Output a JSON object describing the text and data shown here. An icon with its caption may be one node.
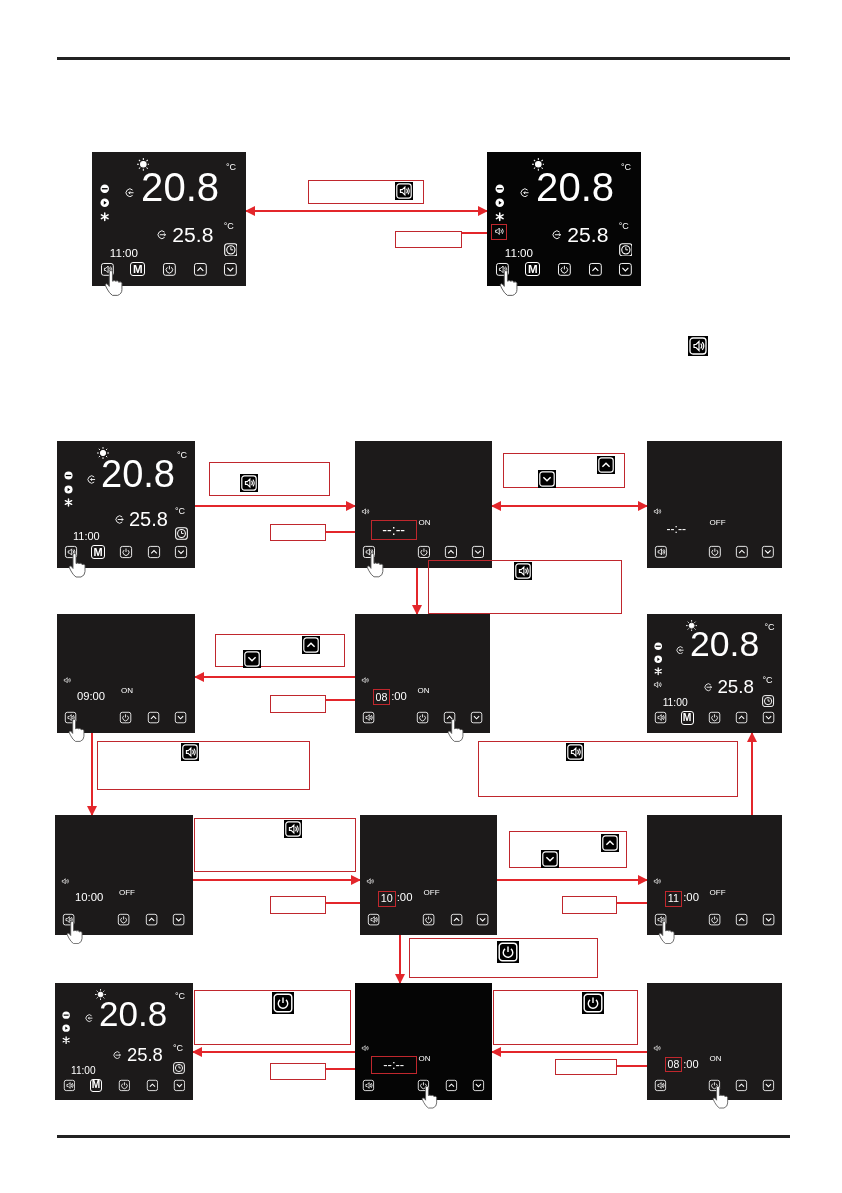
{
  "diagram": {
    "nodes": [
      {
        "text": [
          "20.8",
          "°C",
          "25.8",
          "°C",
          "11:00",
          "M"
        ]
      },
      {
        "text": [
          "20.8",
          "°C",
          "25.8",
          "°C",
          "11:00",
          "M"
        ]
      },
      {
        "text": [],
        "shape": "box",
        "in": 1
      },
      {
        "text": [],
        "shape": "box"
      },
      {
        "text": [],
        "shape": "box"
      },
      {
        "text": [
          "20.8",
          "°C",
          "25.8",
          "°C",
          "11:00",
          "M"
        ]
      },
      {
        "text": [
          "ON"
        ]
      },
      {
        "text": [
          "--:--"
        ],
        "in": 6
      },
      {
        "text": [
          "--:--",
          "OFF"
        ]
      },
      {
        "text": [],
        "shape": "box"
      },
      {
        "text": [],
        "shape": "box"
      },
      {
        "text": [],
        "shape": "box"
      },
      {
        "text": [],
        "shape": "box"
      },
      {
        "text": [
          "09:00",
          "ON"
        ]
      },
      {
        "text": [
          ":00",
          "ON"
        ]
      },
      {
        "text": [
          "08"
        ],
        "in": 14
      },
      {
        "text": [
          "20.8",
          "°C",
          "25.8",
          "°C",
          "11:00",
          "M"
        ]
      },
      {
        "text": [],
        "shape": "box"
      },
      {
        "text": [],
        "shape": "box"
      },
      {
        "text": [],
        "shape": "box"
      },
      {
        "text": [],
        "shape": "box"
      },
      {
        "text": [
          "10:00",
          "OFF"
        ]
      },
      {
        "text": [
          ":00",
          "OFF"
        ]
      },
      {
        "text": [
          "10"
        ],
        "in": 22
      },
      {
        "text": [
          ":00",
          "OFF"
        ]
      },
      {
        "text": [
          "11"
        ],
        "in": 24
      },
      {
        "text": [],
        "shape": "box"
      },
      {
        "text": [],
        "shape": "box"
      },
      {
        "text": [],
        "shape": "box"
      },
      {
        "text": [],
        "shape": "box"
      },
      {
        "text": [],
        "shape": "box"
      },
      {
        "text": [
          "20.8",
          "°C",
          "25.8",
          "°C",
          "11:00",
          "M"
        ]
      },
      {
        "text": [
          "ON"
        ]
      },
      {
        "text": [
          "--:--"
        ],
        "in": 32
      },
      {
        "text": [
          ":00",
          "ON"
        ]
      },
      {
        "text": [
          "08"
        ],
        "in": 34
      },
      {
        "text": [],
        "shape": "box"
      },
      {
        "text": [],
        "shape": "box"
      },
      {
        "text": [],
        "shape": "box"
      },
      {
        "text": [],
        "shape": "box"
      }
    ],
    "edges": [
      {
        "from": 0,
        "to": 1,
        "arrow": "both"
      },
      {
        "from": 4,
        "to": 2,
        "arrow": "none"
      },
      {
        "from": 5,
        "to": 6,
        "arrow": "to"
      },
      {
        "from": 10,
        "to": 7,
        "arrow": "to"
      },
      {
        "from": 6,
        "to": 8,
        "arrow": "both"
      },
      {
        "from": 6,
        "to": 14,
        "arrow": "to"
      },
      {
        "from": 14,
        "to": 13,
        "arrow": "to"
      },
      {
        "from": 18,
        "to": 15,
        "arrow": "to"
      },
      {
        "from": 13,
        "to": 21,
        "arrow": "to"
      },
      {
        "from": 24,
        "to": 16,
        "arrow": "to"
      },
      {
        "from": 21,
        "to": 22,
        "arrow": "to"
      },
      {
        "from": 27,
        "to": 23,
        "arrow": "to"
      },
      {
        "from": 22,
        "to": 24,
        "arrow": "to"
      },
      {
        "from": 29,
        "to": 25,
        "arrow": "to"
      },
      {
        "from": 22,
        "to": 32,
        "arrow": "to"
      },
      {
        "from": 32,
        "to": 31,
        "arrow": "to"
      },
      {
        "from": 37,
        "to": 33,
        "arrow": "to"
      },
      {
        "from": 34,
        "to": 32,
        "arrow": "to"
      },
      {
        "from": 39,
        "to": 35,
        "arrow": "to"
      }
    ]
  }
}
